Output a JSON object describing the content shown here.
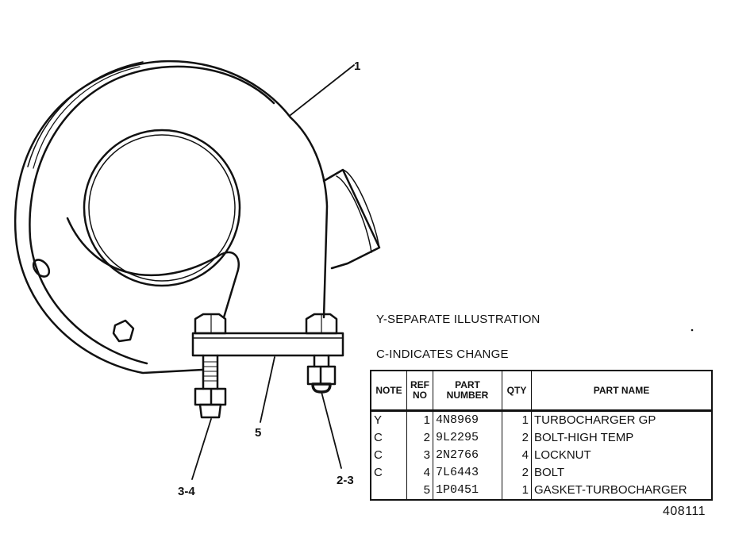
{
  "callouts": {
    "c1": "1",
    "c5": "5",
    "c34": "3-4",
    "c23": "2-3"
  },
  "notes": {
    "separate": "Y-SEPARATE ILLUSTRATION",
    "change": "C-INDICATES CHANGE"
  },
  "table": {
    "headers": {
      "note": "NOTE",
      "ref_top": "REF",
      "ref_bottom": "NO",
      "part_top": "PART",
      "part_bottom": "NUMBER",
      "qty": "QTY",
      "name": "PART NAME"
    },
    "rows": [
      {
        "note": "Y",
        "ref": "1",
        "part": "4N8969",
        "qty": "1",
        "name": "TURBOCHARGER GP"
      },
      {
        "note": "C",
        "ref": "2",
        "part": "9L2295",
        "qty": "2",
        "name": "BOLT-HIGH TEMP"
      },
      {
        "note": "C",
        "ref": "3",
        "part": "2N2766",
        "qty": "4",
        "name": "LOCKNUT"
      },
      {
        "note": "C",
        "ref": "4",
        "part": "7L6443",
        "qty": "2",
        "name": "BOLT"
      },
      {
        "note": "",
        "ref": "5",
        "part": "1P0451",
        "qty": "1",
        "name": "GASKET-TURBOCHARGER"
      }
    ]
  },
  "figure_number": "408111"
}
